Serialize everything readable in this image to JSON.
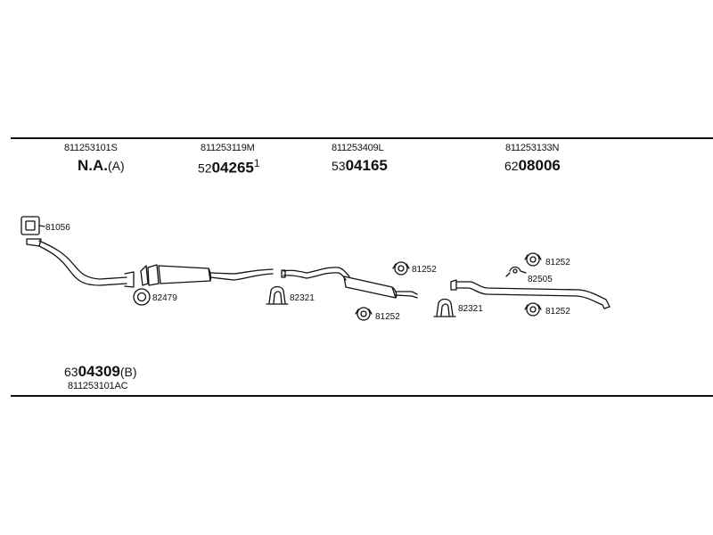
{
  "columns": [
    {
      "part_no": "811253101S",
      "prefix": "",
      "code": "N.A.",
      "suffix": "(A)"
    },
    {
      "part_no": "811253119M",
      "prefix": "52",
      "code": "04265",
      "suffix": "1"
    },
    {
      "part_no": "811253409L",
      "prefix": "53",
      "code": "04165",
      "suffix": ""
    },
    {
      "part_no": "811253133N",
      "prefix": "62",
      "code": "08006",
      "suffix": ""
    }
  ],
  "bottom_item": {
    "prefix": "63",
    "code": "04309",
    "suffix": "(B)",
    "part_no": "811253101AC"
  },
  "callouts": {
    "gasket_front": "81056",
    "ring_gasket": "82479",
    "clamp_1": "82321",
    "rubber_mount_1": "81252",
    "rubber_mount_2": "81252",
    "clamp_2": "82321",
    "rubber_mount_3": "81252",
    "hanger_clip": "82505",
    "rubber_mount_4": "81252"
  }
}
